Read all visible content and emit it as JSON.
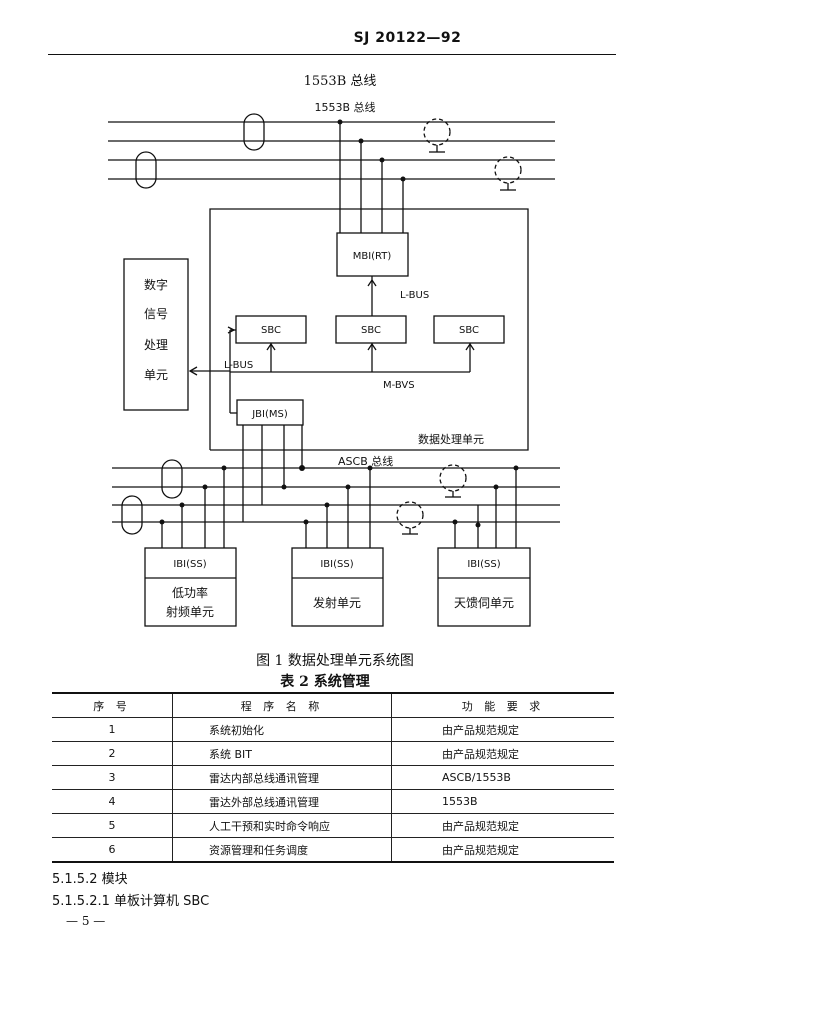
{
  "header": {
    "standard_no": "SJ 20122—92"
  },
  "figure": {
    "top_title": "1553B 总线",
    "bus_1553b_label": "1553B 总线",
    "ascb_bus_label": "ASCB 总线",
    "blocks": {
      "mbi": "MBI(RT)",
      "sbc": "SBC",
      "jbi": "JBI(MS)",
      "ibi_ss": "IBI(SS)",
      "dsp_lines": [
        "数字",
        "信号",
        "处理",
        "单元"
      ],
      "low_power": [
        "低功率",
        "射频单元"
      ],
      "transmitter": "发射单元",
      "antenna": "天馈伺单元"
    },
    "labels": {
      "lbus_top": "L-BUS",
      "lbus_left": "L-BUS",
      "mbvs": "M-BVS",
      "dpu_region": "数据处理单元"
    },
    "caption": "图 1 数据处理单元系统图"
  },
  "table": {
    "title": "表 2    系统管理",
    "headers": [
      "序  号",
      "程 序 名 称",
      "功 能 要 求"
    ],
    "rows": [
      [
        "1",
        "系统初始化",
        "由产品规范规定"
      ],
      [
        "2",
        "系统 BIT",
        "由产品规范规定"
      ],
      [
        "3",
        "雷达内部总线通讯管理",
        "ASCB/1553B"
      ],
      [
        "4",
        "雷达外部总线通讯管理",
        "1553B"
      ],
      [
        "5",
        "人工干预和实时命令响应",
        "由产品规范规定"
      ],
      [
        "6",
        "资源管理和任务调度",
        "由产品规范规定"
      ]
    ]
  },
  "clauses": [
    "5.1.5.2   模块",
    "5.1.5.2.1   单板计算机 SBC"
  ],
  "page_number": "— 5 —"
}
